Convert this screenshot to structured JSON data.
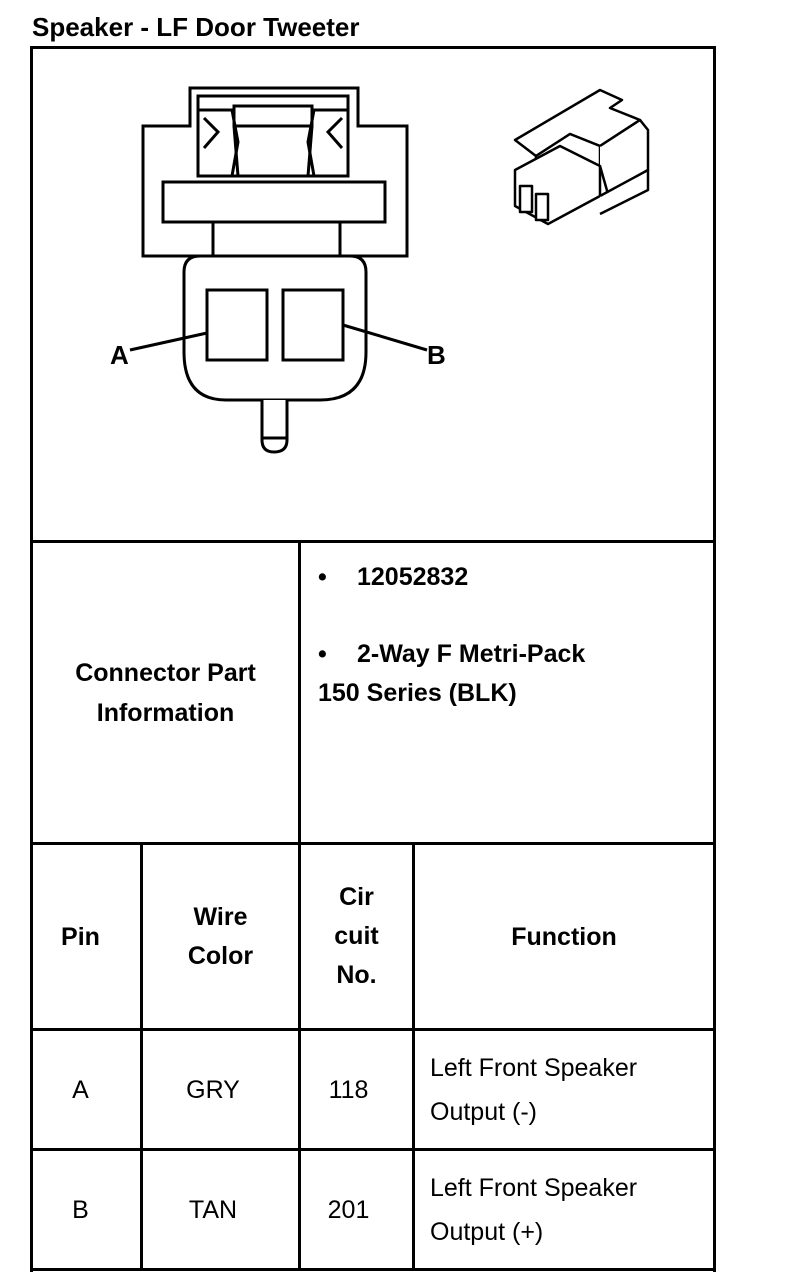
{
  "title": "Speaker - LF Door Tweeter",
  "diagram": {
    "label_a": "A",
    "label_b": "B"
  },
  "part_info": {
    "label_line1": "Connector Part",
    "label_line2": "Information",
    "bullet": "•",
    "part_number": "12052832",
    "description_line1": "2-Way F Metri-Pack",
    "description_line2": "150 Series (BLK)"
  },
  "table": {
    "headers": {
      "pin": "Pin",
      "wire_color_line1": "Wire",
      "wire_color_line2": "Color",
      "circuit_line1": "Cir",
      "circuit_line2": "cuit",
      "circuit_line3": "No.",
      "function": "Function"
    },
    "rows": [
      {
        "pin": "A",
        "wire_color": "GRY",
        "circuit": "118",
        "function_line1": "Left Front Speaker",
        "function_line2": "Output (-)"
      },
      {
        "pin": "B",
        "wire_color": "TAN",
        "circuit": "201",
        "function_line1": "Left Front Speaker",
        "function_line2": "Output (+)"
      }
    ]
  }
}
